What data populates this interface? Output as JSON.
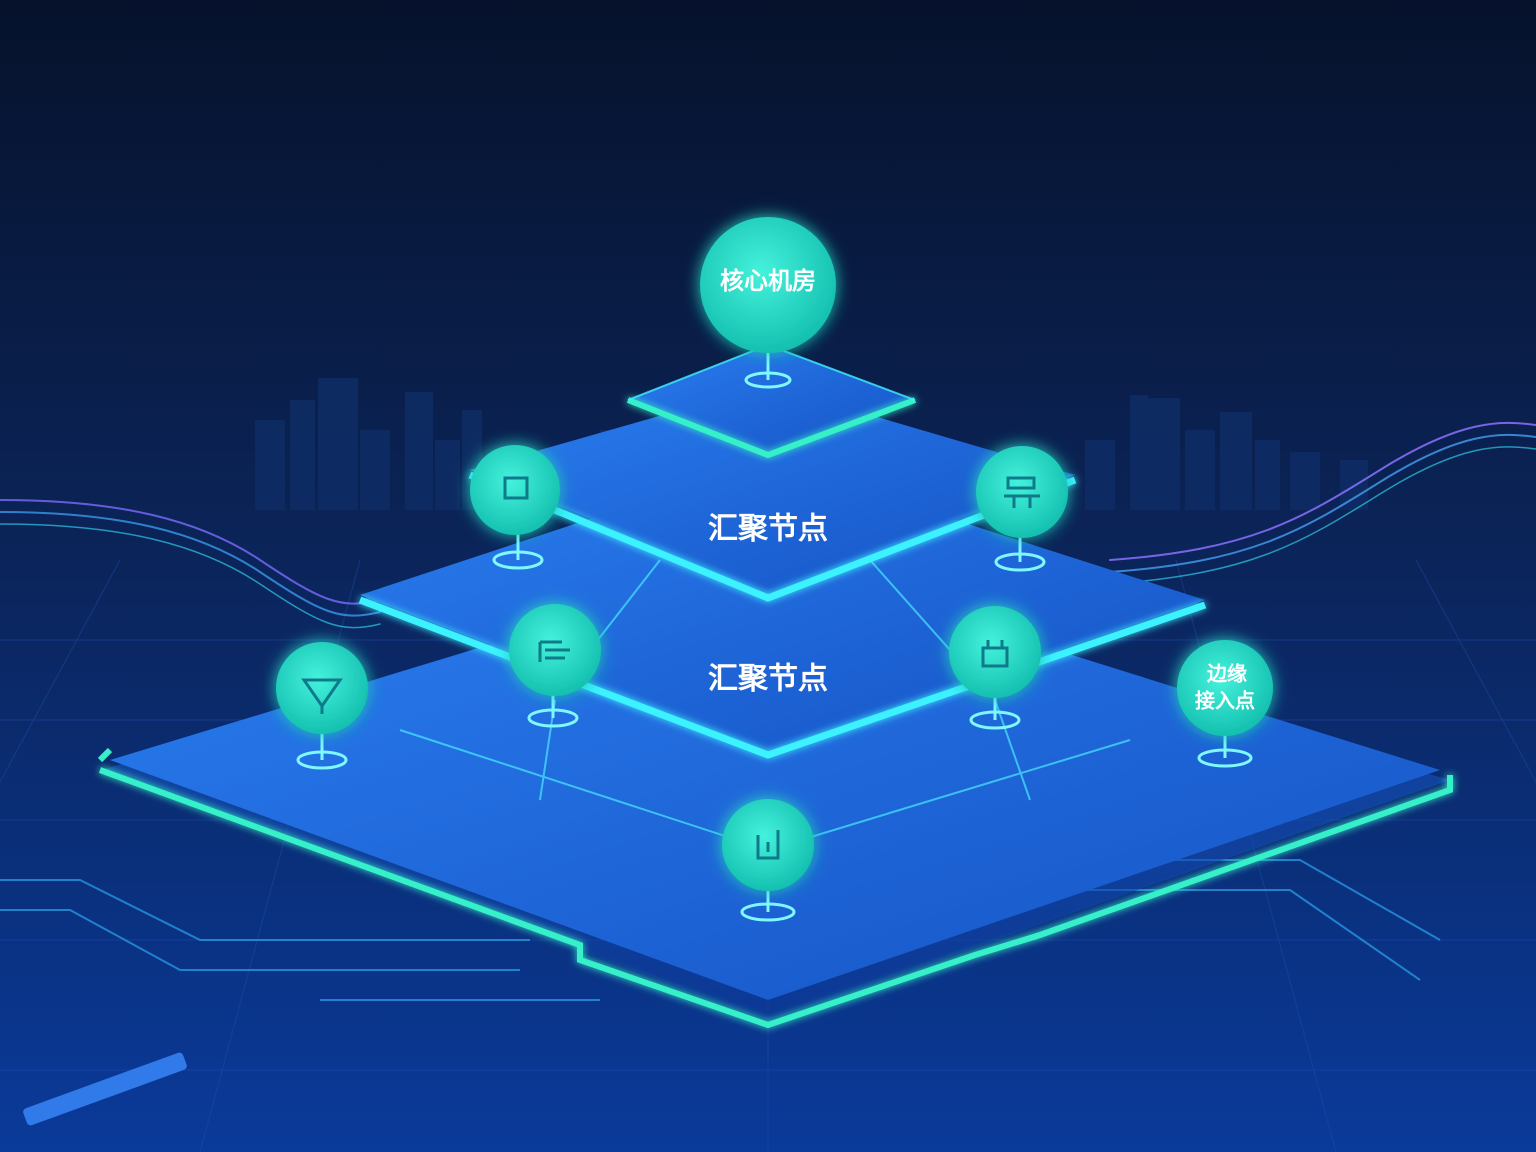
{
  "diagram": {
    "layers": [
      {
        "id": "core-platform",
        "label": ""
      },
      {
        "id": "aggregation-top",
        "label": "汇聚节点"
      },
      {
        "id": "aggregation-mid",
        "label": "汇聚节点"
      },
      {
        "id": "access-base",
        "label": ""
      }
    ],
    "nodes": {
      "core": {
        "line1": "核心机房"
      },
      "edge": {
        "line1": "边缘",
        "line2": "接入点"
      }
    },
    "icons": [
      "square-icon",
      "server-icon",
      "cable-icon",
      "switch-icon",
      "filter-icon",
      "plug-icon"
    ]
  },
  "colors": {
    "background": "#07132f",
    "platform": "#1f6fe0",
    "edge_glow": "#33f0d8",
    "node_fill": "#22d6c0",
    "skyline": "#0d2a5c"
  }
}
